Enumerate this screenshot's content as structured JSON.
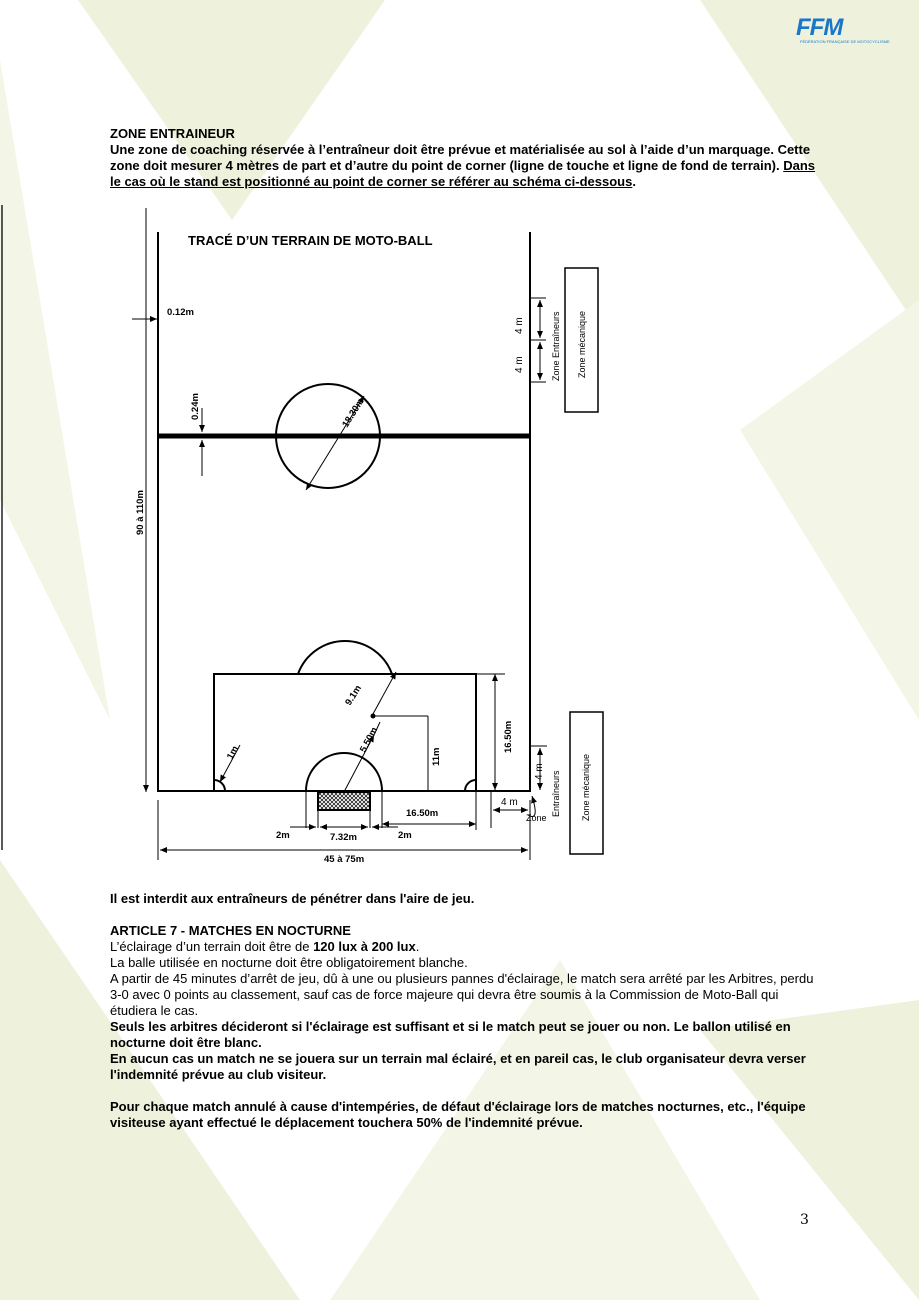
{
  "header": {
    "logo_text": "FFM",
    "logo_subtitle": "FÉDÉRATION FRANÇAISE DE MOTOCYCLISME"
  },
  "zone_entraineur": {
    "title": "ZONE ENTRAINEUR",
    "para_part1": "Une zone de coaching réservée à l’entraîneur doit être prévue et matérialisée au sol à l’aide d’un marquage. Cette zone doit mesurer 4 mètres de part et d’autre du point de corner (ligne de touche et ligne de fond de terrain). ",
    "para_underlined": "Dans le cas où le stand est positionné au point de corner se référer au schéma ci-dessous",
    "para_end": "."
  },
  "diagram": {
    "title": "TRACÉ D’UN TERRAIN DE MOTO-BALL",
    "labels": {
      "line_width": "0.12m",
      "center_line_width": "0.24m",
      "length": "90 à 110m",
      "center_circle": "18.30m",
      "coach_4m_a": "4 m",
      "coach_4m_b": "4 m",
      "zone_entraineurs_top": "Zone Entraîneurs",
      "zone_mecanique_top": "Zone mécanique",
      "penalty_arc": "9.1m",
      "goal_area": "5.50m",
      "area_11m": "11m",
      "area_16_50_v": "16.50m",
      "area_16_50_h": "16.50m",
      "corner_1m": "1m",
      "coach_4m_c": "4 m",
      "coach_4m_d": "4 m",
      "zone_bottom": "Zone",
      "entraineurs_bottom": "Entraîneurs",
      "zone_mecanique_bottom": "Zone mécanique",
      "goal_2m_left": "2m",
      "goal_width": "7.32m",
      "goal_2m_right": "2m",
      "width": "45 à 75m"
    }
  },
  "body": {
    "interdit": "Il est interdit aux entraîneurs de pénétrer dans l'aire de jeu.",
    "article_title": "ARTICLE 7 - MATCHES EN NOCTURNE",
    "eclairage_pre": "L’éclairage d’un terrain doit être de ",
    "eclairage_bold": "120 lux à 200 lux",
    "eclairage_post": ".",
    "balle": "La balle utilisée en nocturne doit être obligatoirement blanche.",
    "pannes": "A partir de 45 minutes d’arrêt de jeu, dû à une ou plusieurs pannes d'éclairage, le match sera arrêté par les Arbitres, perdu 3-0 avec 0 points au classement, sauf cas de force majeure qui devra être soumis à la Commission de Moto-Ball qui étudiera le cas.",
    "arbitres": "Seuls les arbitres décideront si l'éclairage est suffisant et si le match peut se jouer ou non. Le ballon utilisé en nocturne doit être blanc.",
    "aucun_cas": "En aucun cas un match ne se jouera sur un terrain mal éclairé, et en pareil cas, le club organisateur devra verser l'indemnité prévue au club visiteur.",
    "annule": "Pour chaque match annulé à cause d'intempéries, de défaut d'éclairage lors de matches nocturnes, etc., l'équipe visiteuse ayant effectué le déplacement touchera 50% de l'indemnité prévue."
  },
  "footer": {
    "page_number": "3"
  },
  "colors": {
    "background_triangles": "#eef2dc",
    "logo_blue": "#1976c8"
  }
}
